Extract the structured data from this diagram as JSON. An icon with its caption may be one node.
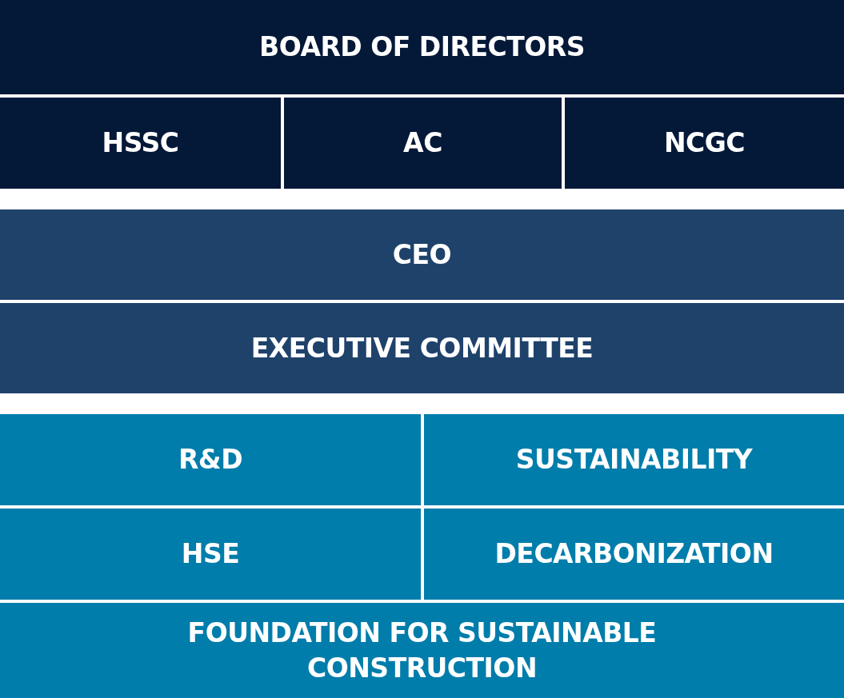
{
  "diagram": {
    "nodes": [
      {
        "text": [
          "BOARD OF DIRECTORS"
        ]
      },
      {
        "text": [
          "HSSC"
        ]
      },
      {
        "text": [
          "AC"
        ]
      },
      {
        "text": [
          "NCGC"
        ]
      },
      {
        "text": [
          "CEO"
        ]
      },
      {
        "text": [
          "EXECUTIVE COMMITTEE"
        ]
      },
      {
        "text": [
          "R&D"
        ]
      },
      {
        "text": [
          "SUSTAINABILITY"
        ]
      },
      {
        "text": [
          "HSE"
        ]
      },
      {
        "text": [
          "DECARBONIZATION"
        ]
      },
      {
        "text": [
          "FOUNDATION FOR SUSTAINABLE CONSTRUCTION"
        ]
      }
    ]
  }
}
